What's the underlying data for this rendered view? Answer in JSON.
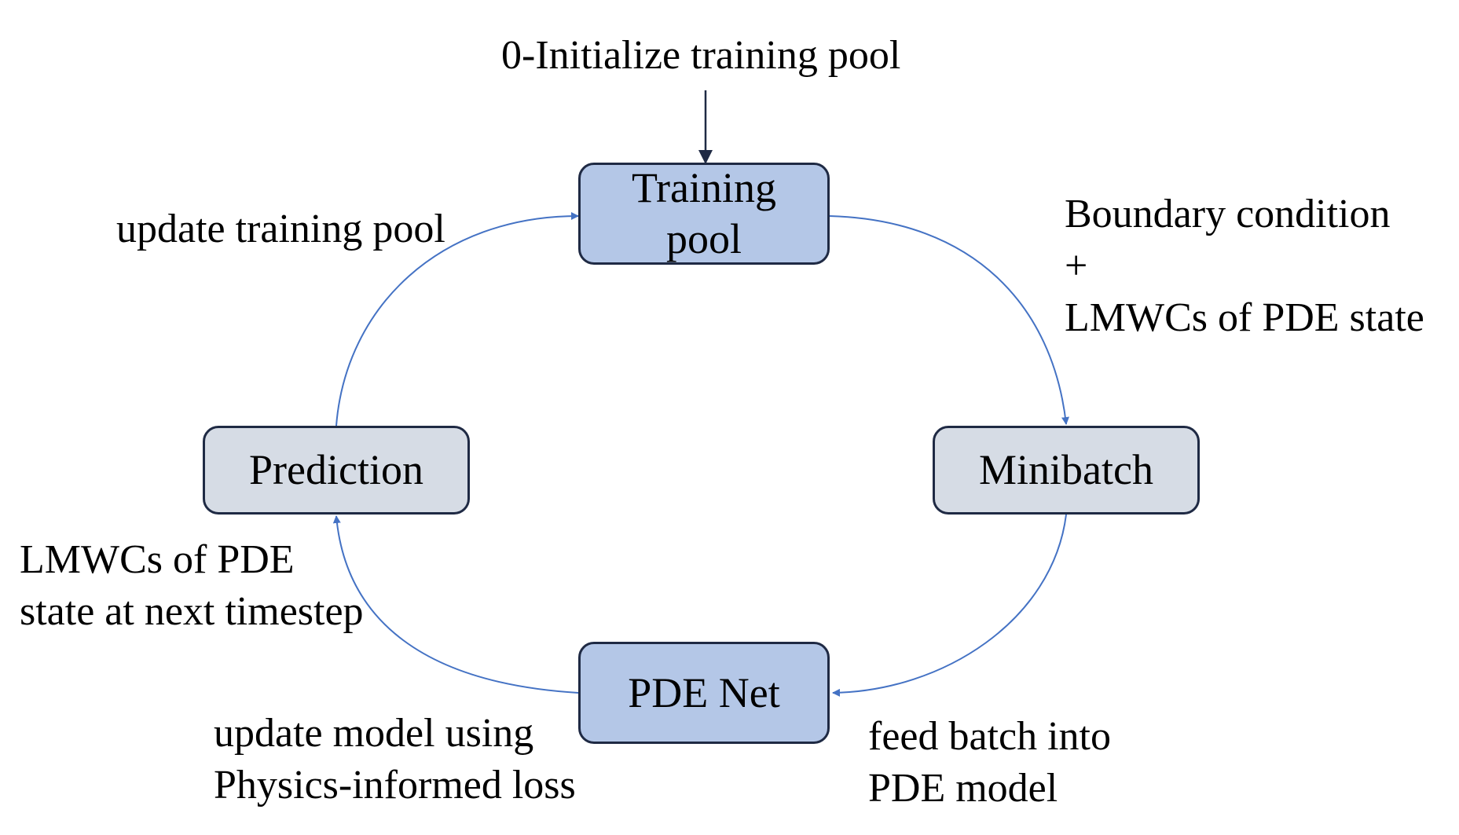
{
  "colors": {
    "training_pool_fill": "#b4c7e7",
    "pde_net_fill": "#b4c7e7",
    "side_node_fill": "#d6dce5",
    "node_border": "#1f2a44",
    "flow_arrow": "#4472c4",
    "init_arrow": "#1f2a44"
  },
  "nodes": {
    "training_pool": {
      "lines": [
        "Training",
        "pool"
      ]
    },
    "minibatch": {
      "label": "Minibatch"
    },
    "pde_net": {
      "label": "PDE Net"
    },
    "prediction": {
      "label": "Prediction"
    }
  },
  "labels": {
    "init": "0-Initialize training pool",
    "update_pool": "update training pool",
    "boundary": {
      "line1": "Boundary condition",
      "line2": "+",
      "line3": "LMWCs of PDE state"
    },
    "lmwcs_next": {
      "line1": "LMWCs of PDE",
      "line2": "state at next timestep"
    },
    "update_model": {
      "line1": "update model using",
      "line2": "Physics-informed loss"
    },
    "feed_batch": {
      "line1": "feed batch into",
      "line2": "PDE model"
    }
  }
}
